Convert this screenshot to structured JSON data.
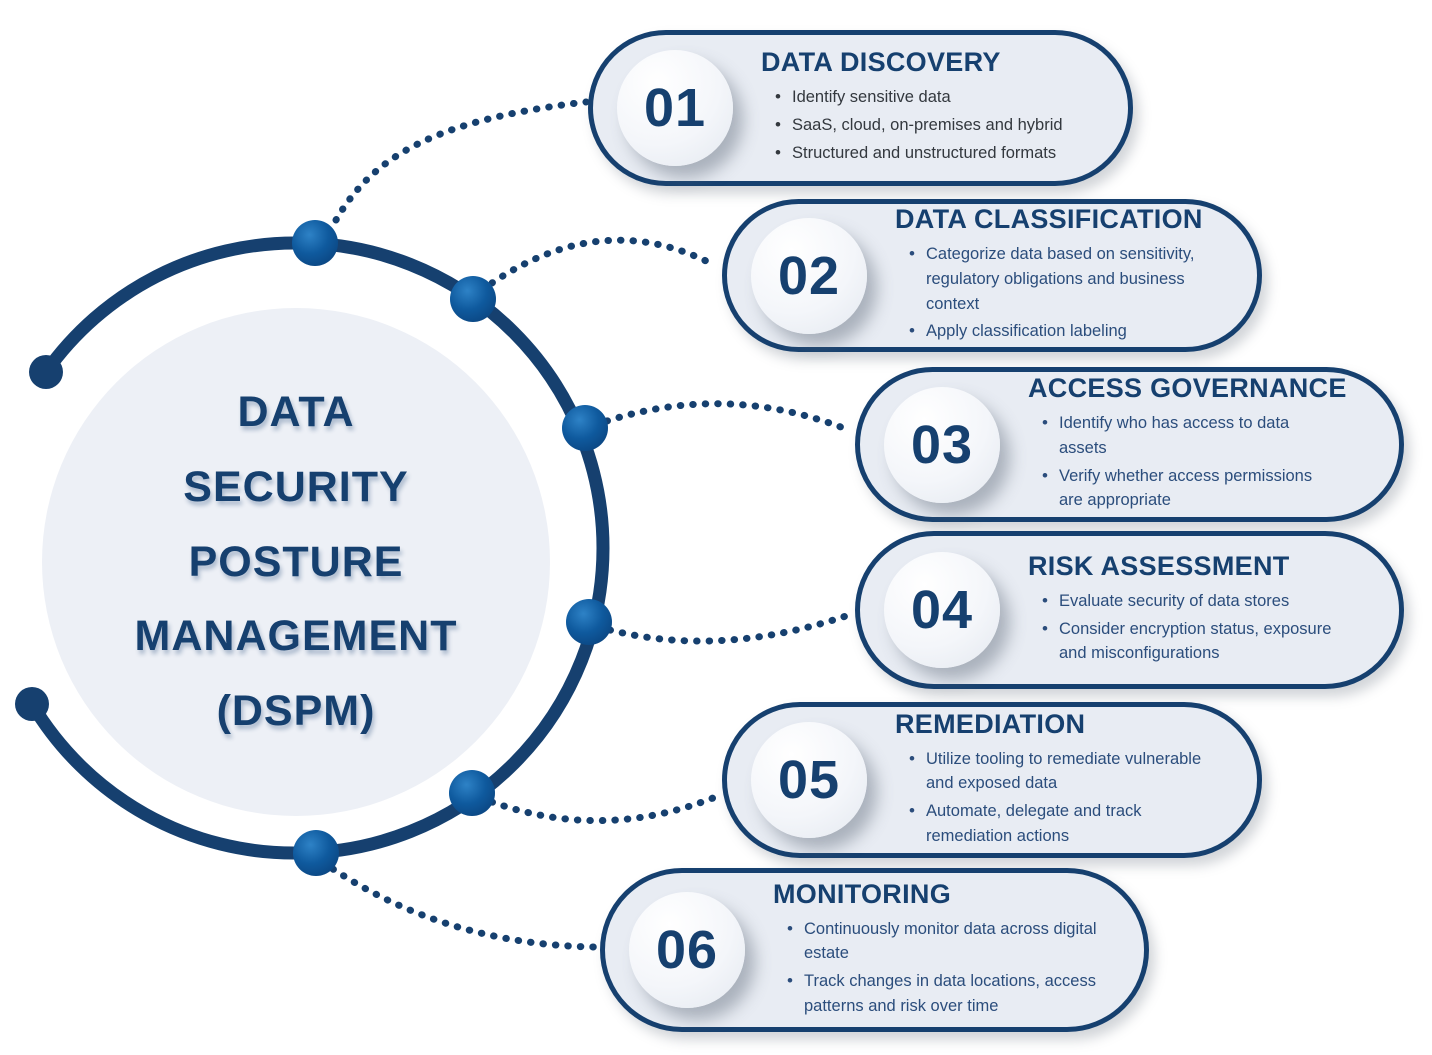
{
  "colors": {
    "navy": "#16406F",
    "card_background": "#E8ECF3",
    "center_circle_background": "#EDF0F6",
    "bullet_text_dark": "#33383E",
    "bullet_text_blue": "#2B4D7C",
    "node_gradient_light": "#2E82C6",
    "node_gradient_dark": "#0B4682"
  },
  "center_circle": {
    "title": "DATA\nSECURITY\nPOSTURE\nMANAGEMENT\n(DSPM)"
  },
  "cards": [
    {
      "number": "01",
      "title": "DATA DISCOVERY",
      "bullets": [
        "Identify sensitive data",
        "SaaS, cloud, on-premises and hybrid",
        "Structured and unstructured formats"
      ]
    },
    {
      "number": "02",
      "title": "DATA CLASSIFICATION",
      "bullets": [
        "Categorize data based on sensitivity,\nregulatory obligations and business\ncontext",
        "Apply classification labeling"
      ]
    },
    {
      "number": "03",
      "title": "ACCESS GOVERNANCE",
      "bullets": [
        "Identify who has access to data\nassets",
        "Verify whether access permissions\nare appropriate"
      ]
    },
    {
      "number": "04",
      "title": "RISK ASSESSMENT",
      "bullets": [
        "Evaluate security of data stores",
        "Consider encryption status, exposure\nand misconfigurations"
      ]
    },
    {
      "number": "05",
      "title": "REMEDIATION",
      "bullets": [
        "Utilize tooling to remediate vulnerable\nand exposed data",
        "Automate, delegate and track\nremediation actions"
      ]
    },
    {
      "number": "06",
      "title": "MONITORING",
      "bullets": [
        "Continuously monitor data across digital\nestate",
        "Track changes in data locations, access\npatterns and risk over time"
      ]
    }
  ]
}
